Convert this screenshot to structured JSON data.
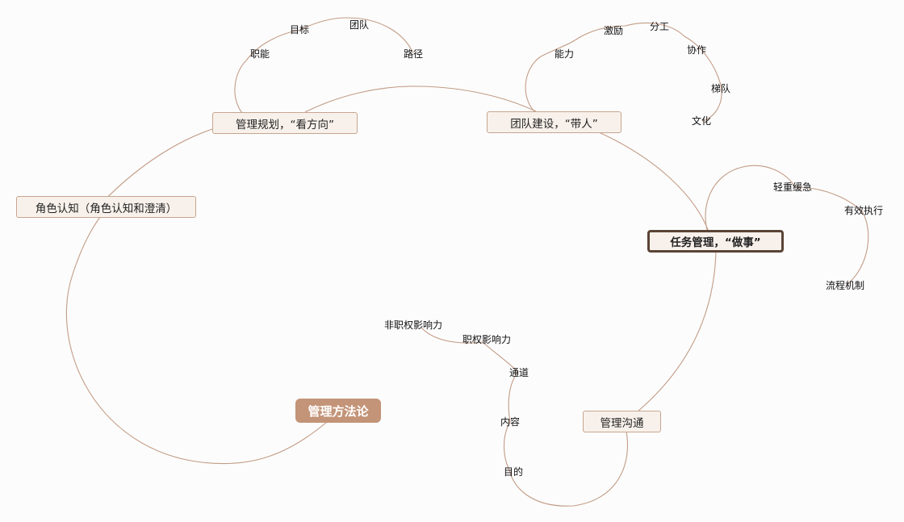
{
  "root": {
    "label": "管理方法论"
  },
  "branches": [
    {
      "id": "role",
      "label": "角色认知（角色认知和澄清）",
      "children": []
    },
    {
      "id": "planning",
      "label": "管理规划，“看方向”",
      "children": [
        "职能",
        "目标",
        "团队",
        "路径"
      ]
    },
    {
      "id": "team",
      "label": "团队建设，“带人”",
      "children": [
        "能力",
        "激励",
        "分工",
        "协作",
        "梯队",
        "文化"
      ]
    },
    {
      "id": "task",
      "label": "任务管理，“做事”",
      "selected": true,
      "children": [
        "轻重缓急",
        "有效执行",
        "流程机制"
      ]
    },
    {
      "id": "comm",
      "label": "管理沟通",
      "children": [
        "目的",
        "内容",
        "通道",
        "职权影响力",
        "非职权影响力"
      ]
    }
  ],
  "colors": {
    "background": "#fcfcfc",
    "connector": "#c39c86",
    "root_fill": "#c39478",
    "branch_fill": "#f8f1eb",
    "branch_border": "#c6a58f",
    "selected_border": "#5a4436"
  }
}
